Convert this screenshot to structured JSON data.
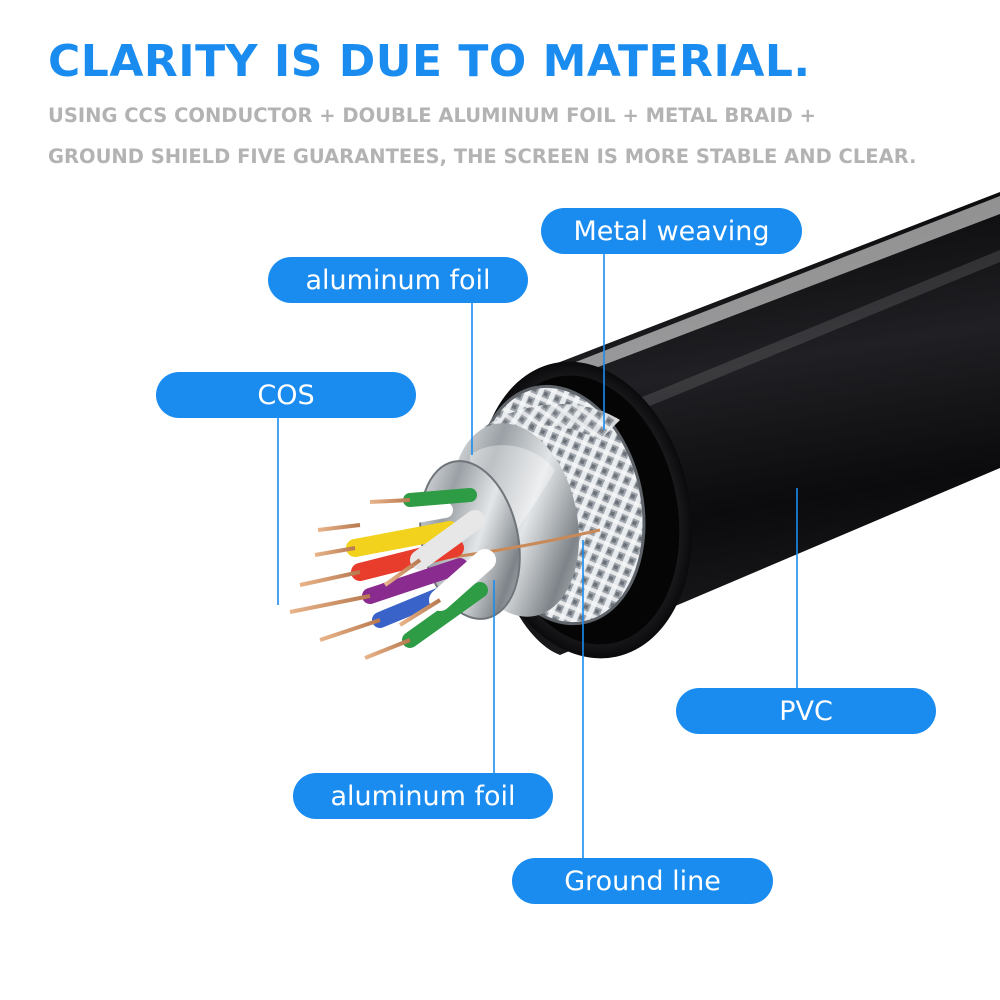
{
  "header": {
    "title": "CLARITY IS DUE TO MATERIAL.",
    "subtitle_line1": "USING CCS CONDUCTOR + DOUBLE ALUMINUM FOIL + METAL BRAID +",
    "subtitle_line2": "GROUND SHIELD FIVE GUARANTEES, THE SCREEN IS MORE STABLE AND CLEAR."
  },
  "callouts": {
    "metal_weaving": "Metal weaving",
    "aluminum_foil_top": "aluminum foil",
    "cos": "COS",
    "pvc": "PVC",
    "aluminum_foil_bottom": "aluminum foil",
    "ground_line": "Ground line"
  },
  "colors": {
    "accent": "#1a8cf0",
    "subtitle_gray": "#b3b3b3",
    "pvc_jacket": "#1c1c1e",
    "wire_colors": [
      "#f2d21c",
      "#e83c2c",
      "#2e9b45",
      "#3a63c9",
      "#ffffff",
      "#8a2b8f"
    ]
  }
}
